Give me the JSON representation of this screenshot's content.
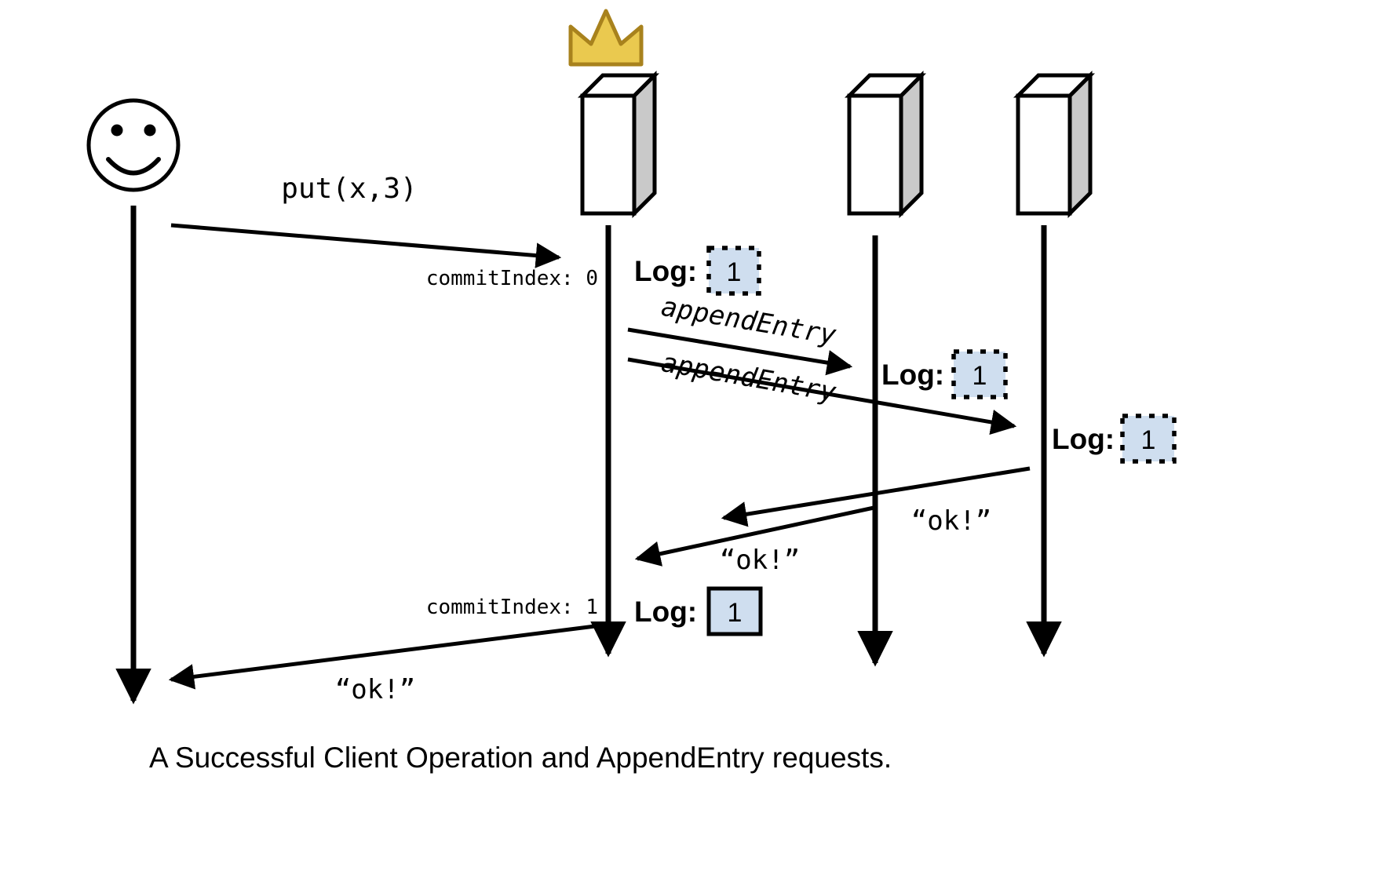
{
  "caption": "A Successful Client Operation and AppendEntry requests.",
  "messages": {
    "put_request": "put(x,3)",
    "append_entry_to_follower1": "appendEntry",
    "append_entry_to_follower2": "appendEntry",
    "ok_from_follower2": "“ok!”",
    "ok_from_follower1": "“ok!”",
    "ok_to_client": "“ok!”"
  },
  "leader": {
    "commit_index_before": "commitIndex: 0",
    "commit_index_after": "commitIndex: 1",
    "log_label": "Log:",
    "uncommitted_entry": "1",
    "committed_log_label": "Log:",
    "committed_entry": "1"
  },
  "follower1": {
    "log_label": "Log:",
    "entry": "1"
  },
  "follower2": {
    "log_label": "Log:",
    "entry": "1"
  },
  "colors": {
    "log_entry_fill": "#cfdeef",
    "crown_fill": "#eac94f",
    "crown_stroke": "#a8821d",
    "server_side_fill": "#c9c9c9",
    "ink": "#000000"
  }
}
